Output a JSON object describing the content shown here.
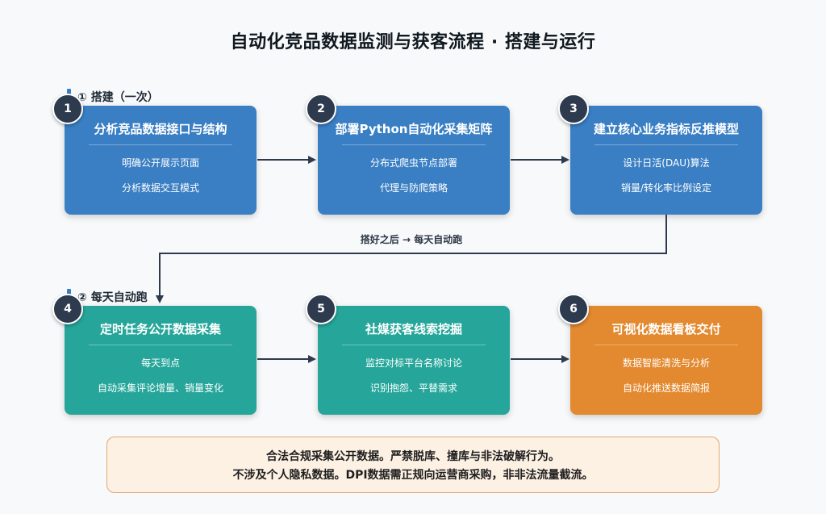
{
  "title": "自动化竞品数据监测与获客流程 · 搭建与运行",
  "sections": [
    {
      "label": "① 搭建（一次）"
    },
    {
      "label": "② 每天自动跑"
    }
  ],
  "connector_label": "搭好之后 → 每天自动跑",
  "steps": [
    {
      "number": "1",
      "title": "分析竞品数据接口与结构",
      "line1": "明确公开展示页面",
      "line2": "分析数据交互模式",
      "color": "#3a7fc4"
    },
    {
      "number": "2",
      "title": "部署Python自动化采集矩阵",
      "line1": "分布式爬虫节点部署",
      "line2": "代理与防爬策略",
      "color": "#3a7fc4"
    },
    {
      "number": "3",
      "title": "建立核心业务指标反推模型",
      "line1": "设计日活(DAU)算法",
      "line2": "销量/转化率比例设定",
      "color": "#3a7fc4"
    },
    {
      "number": "4",
      "title": "定时任务公开数据采集",
      "line1": "每天到点",
      "line2": "自动采集评论增量、销量变化",
      "color": "#26a69a"
    },
    {
      "number": "5",
      "title": "社媒获客线索挖掘",
      "line1": "监控对标平台名称讨论",
      "line2": "识别抱怨、平替需求",
      "color": "#26a69a"
    },
    {
      "number": "6",
      "title": "可视化数据看板交付",
      "line1": "数据智能清洗与分析",
      "line2": "自动化推送数据简报",
      "color": "#e3892f"
    }
  ],
  "notice": {
    "line1": "合法合规采集公开数据。严禁脱库、撞库与非法破解行为。",
    "line2": "不涉及个人隐私数据。DPI数据需正规向运营商采购，非非法流量截流。"
  }
}
